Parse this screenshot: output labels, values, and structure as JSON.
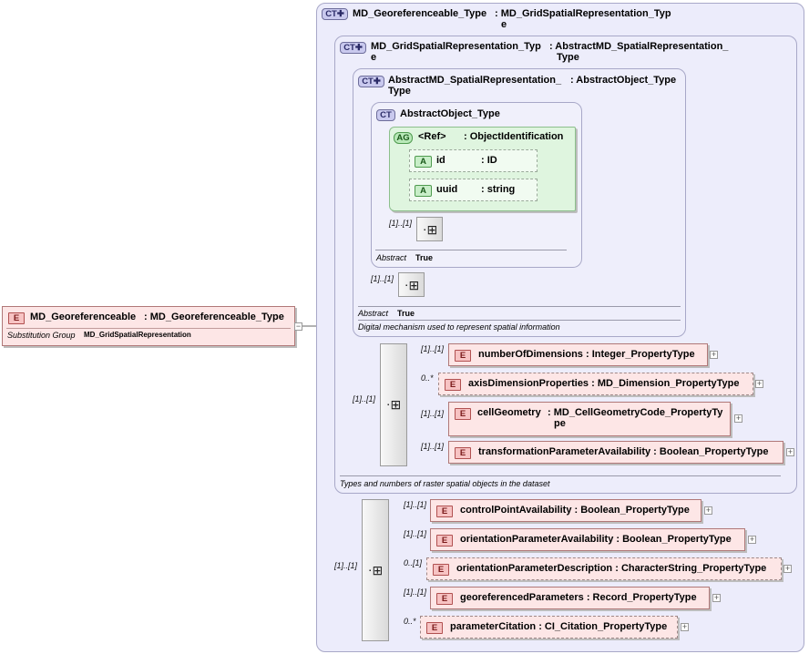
{
  "root": {
    "badge": "E",
    "name": "MD_Georeferenceable",
    "type": ": MD_Georeferenceable_Type",
    "subst_label": "Substitution Group",
    "subst_value": "MD_GridSpatialRepresentation",
    "collapse": "−"
  },
  "ct_outer": {
    "badge": "CT✚",
    "name": "MD_Georeferenceable_Type",
    "type_line1": ": MD_GridSpatialRepresentation_Typ",
    "type_line2": "e"
  },
  "ct_grid": {
    "badge": "CT✚",
    "name_line1": "MD_GridSpatialRepresentation_Typ",
    "name_line2": "e",
    "type_line1": ": AbstractMD_SpatialRepresentation_",
    "type_line2": "Type",
    "doc": "Types and numbers of raster spatial objects in the dataset"
  },
  "ct_abstract_sr": {
    "badge": "CT✚",
    "name_line1": "AbstractMD_SpatialRepresentation_",
    "name_line2": "Type",
    "type": ": AbstractObject_Type",
    "abstract_label": "Abstract",
    "abstract_value": "True",
    "doc": "Digital mechanism used to represent spatial information",
    "seq_mult": "[1]..[1]"
  },
  "ct_abstract_obj": {
    "badge": "CT",
    "name": "AbstractObject_Type",
    "abstract_label": "Abstract",
    "abstract_value": "True",
    "seq_mult": "[1]..[1]"
  },
  "attr_group": {
    "badge": "AG",
    "name": "<Ref>",
    "type": ": ObjectIdentification",
    "attributes": [
      {
        "badge": "A",
        "name": "id",
        "type": ": ID"
      },
      {
        "badge": "A",
        "name": "uuid",
        "type": ": string"
      }
    ]
  },
  "grid_sequence": {
    "mult": "[1]..[1]",
    "items": [
      {
        "mult": "[1]..[1]",
        "badge": "E",
        "name": "numberOfDimensions",
        "type": ": Integer_PropertyType",
        "plus": "+"
      },
      {
        "mult": "0..*",
        "badge": "E",
        "name": "axisDimensionProperties",
        "type": ": MD_Dimension_PropertyType",
        "plus": "+"
      },
      {
        "mult": "[1]..[1]",
        "badge": "E",
        "name": "cellGeometry",
        "type_line1": ": MD_CellGeometryCode_PropertyTy",
        "type_line2": "pe",
        "plus": "+"
      },
      {
        "mult": "[1]..[1]",
        "badge": "E",
        "name": "transformationParameterAvailability",
        "type": ": Boolean_PropertyType",
        "plus": "+"
      }
    ]
  },
  "geo_sequence": {
    "mult": "[1]..[1]",
    "items": [
      {
        "mult": "[1]..[1]",
        "badge": "E",
        "name": "controlPointAvailability",
        "type": ": Boolean_PropertyType",
        "plus": "+"
      },
      {
        "mult": "[1]..[1]",
        "badge": "E",
        "name": "orientationParameterAvailability",
        "type": ": Boolean_PropertyType",
        "plus": "+"
      },
      {
        "mult": "0..[1]",
        "badge": "E",
        "name": "orientationParameterDescription",
        "type": ": CharacterString_PropertyType",
        "plus": "+"
      },
      {
        "mult": "[1]..[1]",
        "badge": "E",
        "name": "georeferencedParameters",
        "type": ": Record_PropertyType",
        "plus": "+"
      },
      {
        "mult": "0..*",
        "badge": "E",
        "name": "parameterCitation",
        "type": ": CI_Citation_PropertyType",
        "plus": "+"
      }
    ]
  }
}
